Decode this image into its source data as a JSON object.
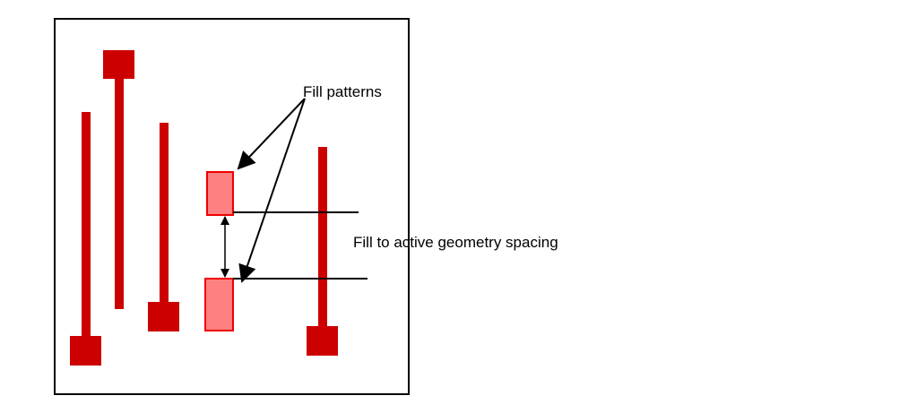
{
  "labels": {
    "fill_patterns": "Fill patterns",
    "spacing": "Fill to active geometry spacing"
  },
  "colors": {
    "active_geometry": "#cc0000",
    "fill_pattern": "#ff8080",
    "fill_pattern_outline": "#ee0000",
    "line": "#000000",
    "frame": "#000000",
    "background": "#ffffff"
  },
  "elements": {
    "active_shapes": [
      "via-pad-1",
      "via-pad-2",
      "via-pad-3",
      "via-pad-4"
    ],
    "fill_shapes": [
      "fill-pattern-upper",
      "fill-pattern-lower"
    ]
  }
}
